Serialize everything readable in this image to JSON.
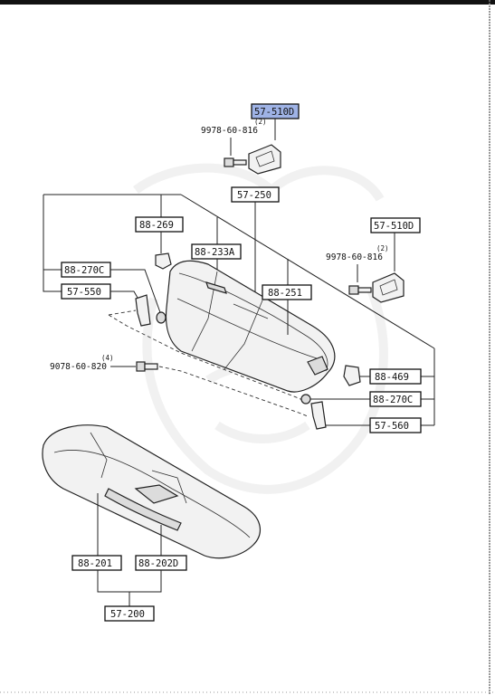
{
  "callouts": {
    "c57_510d_top": "57-510D",
    "c9978_top": "9978-60-816",
    "c9978_top_qty": "(2)",
    "c57_250": "57-250",
    "c88_269": "88-269",
    "c88_233a": "88-233A",
    "c57_510d_right": "57-510D",
    "c9978_right": "9978-60-816",
    "c9978_right_qty": "(2)",
    "c88_270c_left": "88-270C",
    "c57_550": "57-550",
    "c88_251": "88-251",
    "c9078": "9078-60-820",
    "c9078_qty": "(4)",
    "c88_469": "88-469",
    "c88_270c_right": "88-270C",
    "c57_560": "57-560",
    "c88_201": "88-201",
    "c88_202d": "88-202D",
    "c57_200": "57-200"
  },
  "colors": {
    "highlight": "#9fb3e6",
    "line": "#111111"
  }
}
